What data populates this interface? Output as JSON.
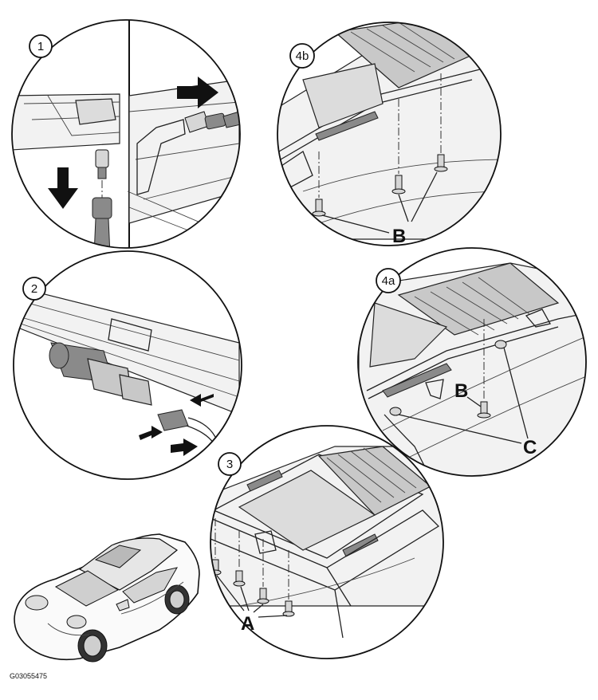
{
  "figure_code": "G03055475",
  "steps": {
    "s1": "1",
    "s2": "2",
    "s3": "3",
    "s4a": "4a",
    "s4b": "4b"
  },
  "labels": {
    "a": "A",
    "b_top": "B",
    "b_mid": "B",
    "c": "C"
  }
}
